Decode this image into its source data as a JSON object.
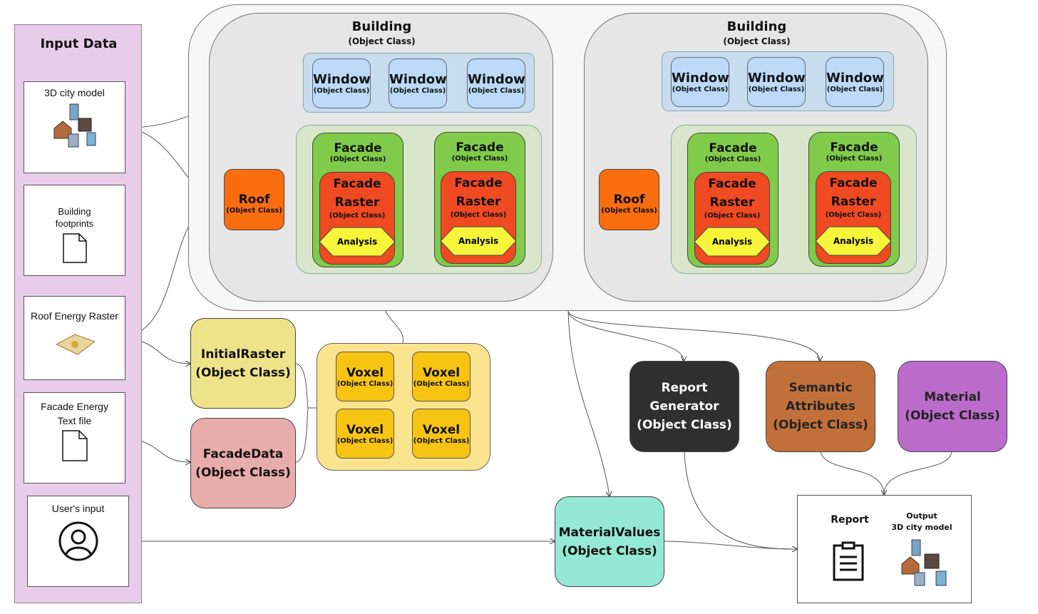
{
  "input": {
    "title": "Input Data",
    "city_model": "3D city model",
    "footprints": "Building footprints",
    "roof_raster": "Roof Energy Raster",
    "facade_text": "Facade Energy Text file",
    "user_input": "User's input"
  },
  "oc": "(Object Class)",
  "building": {
    "title": "Building",
    "window": "Window",
    "roof": "Roof",
    "facade": "Facade",
    "facade_raster": "Facade Raster",
    "analysis": "Analysis"
  },
  "initial_raster": {
    "title": "InitialRaster",
    "sub": "(Object Class)"
  },
  "facade_data": {
    "title": "FacadeData",
    "sub": "(Object Class)"
  },
  "voxel": "Voxel",
  "report_generator": {
    "title": "Report Generator",
    "sub": "(Object Class)"
  },
  "semantic": {
    "title": "Semantic Attributes",
    "sub": "(Object Class)"
  },
  "material": {
    "title": "Material",
    "sub": "(Object Class)"
  },
  "material_values": {
    "title": "MaterialValues",
    "sub": "(Object Class)"
  },
  "output": {
    "report": "Report",
    "output_title": "Output",
    "output_model": "3D city model"
  },
  "colors": {
    "input_panel": "#e8cdea",
    "roof": "#f96d0f",
    "facade": "#80cc4a",
    "facade_raster": "#f04a22",
    "analysis": "#f7f53a",
    "window": "#bcdaf7",
    "voxel": "#f7c414",
    "report_generator": "#2f2f2f",
    "semantic": "#c2703a",
    "material": "#bb6ccb",
    "material_values": "#94e8d5",
    "initial_raster": "#efe38a",
    "facade_data": "#e8acaa"
  }
}
